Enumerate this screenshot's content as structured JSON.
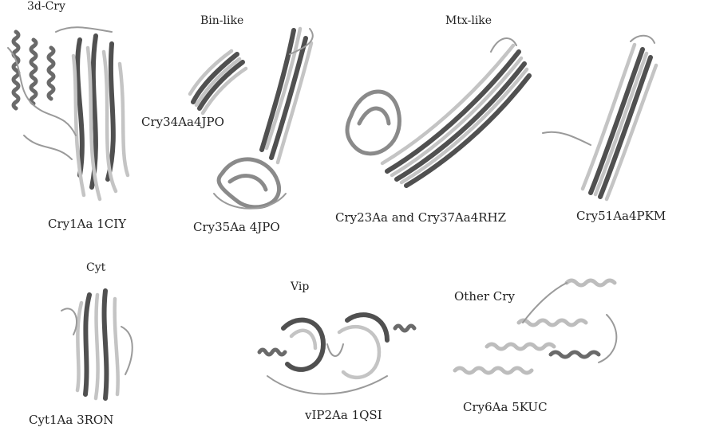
{
  "labels": {
    "l3dcry": "3d-Cry",
    "binlike": "Bin-like",
    "mtxlike": "Mtx-like",
    "cry34": "Cry34Aa4JPO",
    "cry1aa": "Cry1Aa 1CIY",
    "cry35": "Cry35Aa 4JPO",
    "cry23": "Cry23Aa and Cry37Aa4RHZ",
    "cry51": "Cry51Aa4PKM",
    "cyt": "Cyt",
    "vip": "Vip",
    "othercry": "Other Cry",
    "cyt1aa": "Cyt1Aa 3RON",
    "vip2aa": "vIP2Aa 1QSI",
    "cry6aa": "Cry6Aa 5KUC"
  }
}
